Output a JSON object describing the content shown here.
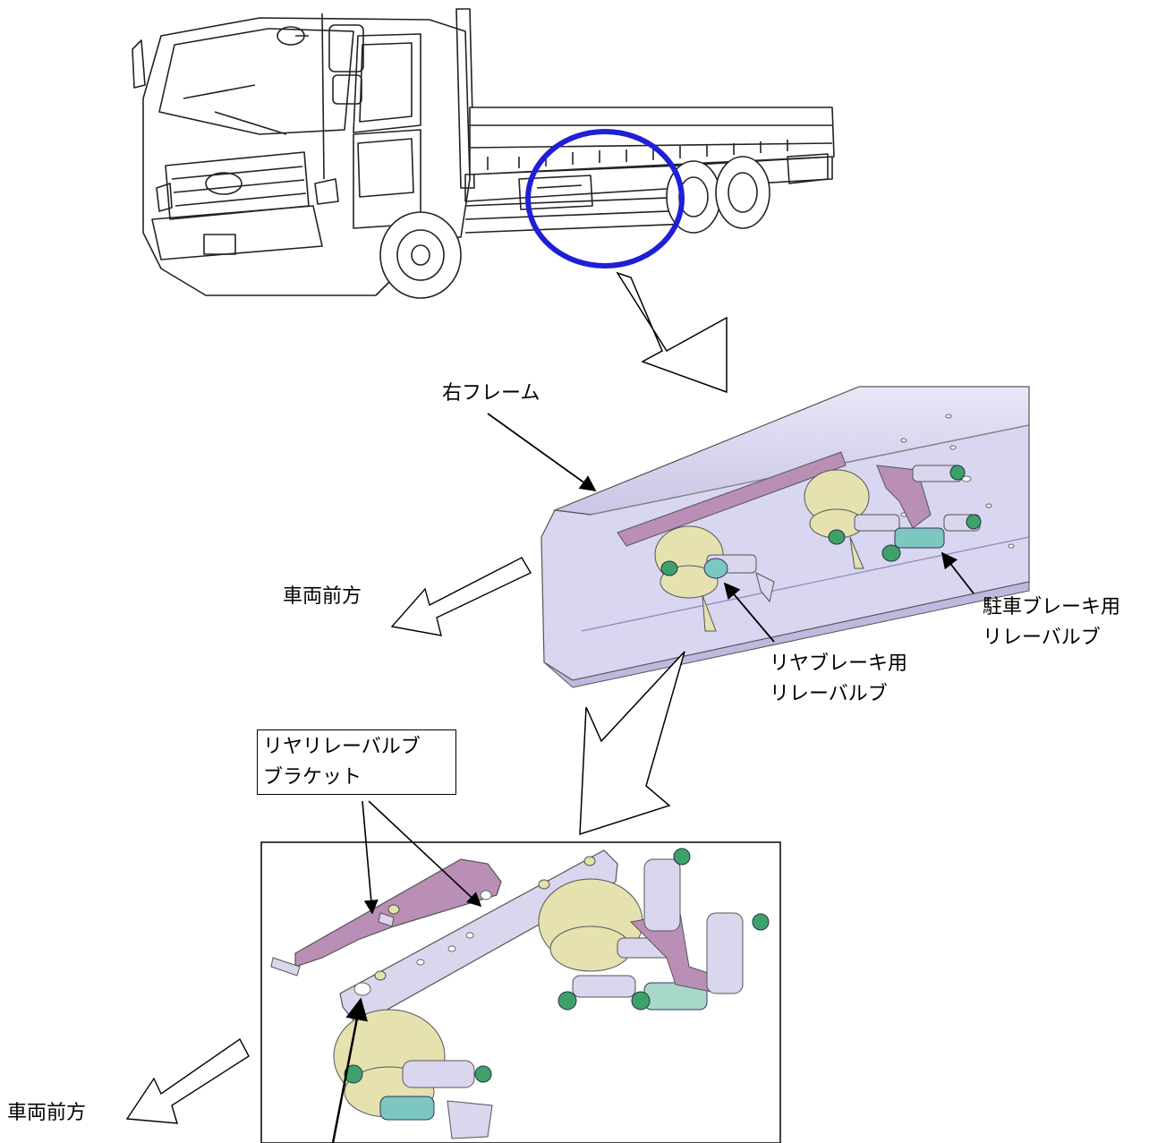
{
  "labels": {
    "right_frame": "右フレーム",
    "vehicle_front_1": "車両前方",
    "vehicle_front_2": "車両前方",
    "parking_brake_relay_valve_line1": "駐車ブレーキ用",
    "parking_brake_relay_valve_line2": "リレーバルブ",
    "rear_brake_relay_valve_line1": "リヤブレーキ用",
    "rear_brake_relay_valve_line2": "リレーバルブ",
    "rear_relay_valve_bracket_line1": "リヤリレーバルブ",
    "rear_relay_valve_bracket_line2": "ブラケット"
  },
  "colors": {
    "highlight_circle": "#1f1fd6",
    "frame_fill": "#d8d6f0",
    "bracket_purple": "#b98fb5",
    "bracket_lavender": "#d9d6ee",
    "valve_yellow": "#e6e2b0",
    "fitting_green": "#3fa16a",
    "fitting_teal": "#7cc7c0"
  }
}
